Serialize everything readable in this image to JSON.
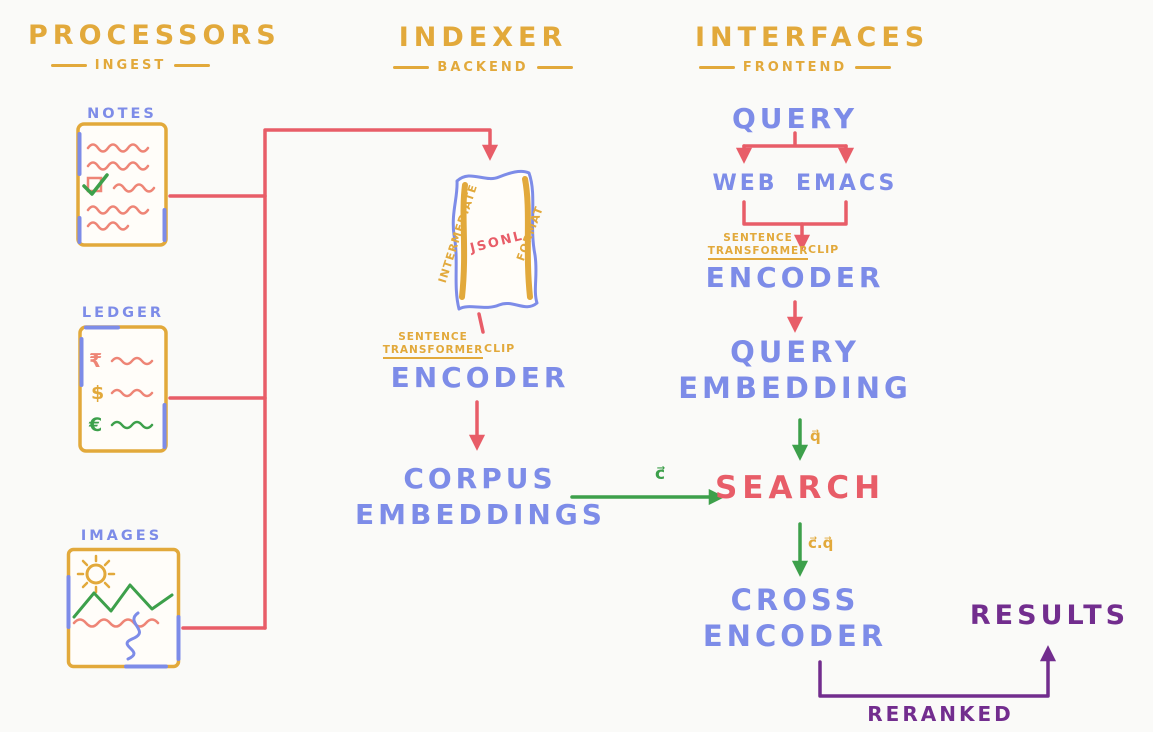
{
  "colors": {
    "background": "#fafaf8",
    "paper": "#fffdf9",
    "yellow": "#e2a93b",
    "blue": "#7d8ce8",
    "red": "#e85d68",
    "salmon": "#ee8576",
    "green": "#3da04b",
    "purple": "#722d8e"
  },
  "headers": {
    "processors": {
      "title": "PROCESSORS",
      "subtitle": "INGEST"
    },
    "indexer": {
      "title": "INDEXER",
      "subtitle": "BACKEND"
    },
    "interfaces": {
      "title": "INTERFACES",
      "subtitle": "FRONTEND"
    }
  },
  "processors": {
    "notes": {
      "label": "NOTES"
    },
    "ledger": {
      "label": "LEDGER",
      "currencies": [
        "₹",
        "$",
        "€"
      ]
    },
    "images": {
      "label": "IMAGES"
    }
  },
  "indexer": {
    "scroll": {
      "side_left": "INTERMEDIATE",
      "center": "JSONL",
      "side_right": "FORMAT"
    },
    "model_line1": "SENTENCE",
    "model_line2": "TRANSFORMER",
    "model_side": "CLIP",
    "encoder": "ENCODER",
    "corpus": {
      "line1": "CORPUS",
      "line2": "EMBEDDINGS"
    }
  },
  "interfaces": {
    "query": "QUERY",
    "clients": {
      "web": "WEB",
      "emacs": "EMACS"
    },
    "model_line1": "SENTENCE",
    "model_line2": "TRANSFORMER",
    "model_side": "CLIP",
    "encoder": "ENCODER",
    "query_embedding": {
      "line1": "QUERY",
      "line2": "EMBEDDING"
    },
    "search": "SEARCH",
    "cross_encoder": {
      "line1": "CROSS",
      "line2": "ENCODER"
    },
    "results": "RESULTS",
    "reranked": "RERANKED"
  },
  "vectors": {
    "corpus": "c⃗",
    "query": "q⃗",
    "dot": "c⃗.q⃗"
  }
}
